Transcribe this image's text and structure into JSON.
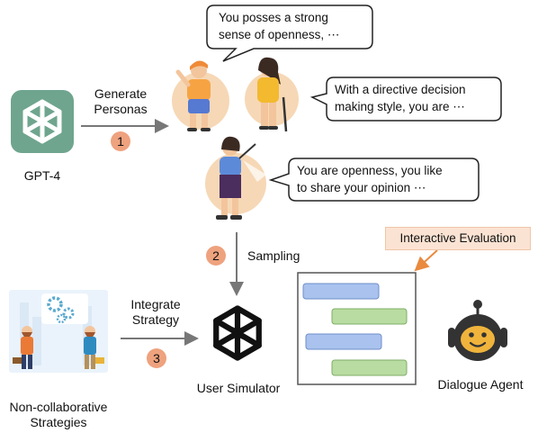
{
  "source_model": "GPT-4",
  "arrow_generate": [
    "Generate",
    "Personas"
  ],
  "persona_bubbles": [
    [
      "You posses a strong",
      "sense of openness, ⋯"
    ],
    [
      "With a directive decision",
      "making style, you are ⋯"
    ],
    [
      "You are openness, you like",
      "to share your opinion ⋯"
    ]
  ],
  "step_numbers": [
    "1",
    "2",
    "3"
  ],
  "sampling_label": "Sampling",
  "integrate_label": [
    "Integrate",
    "Strategy"
  ],
  "strategies_label": [
    "Non-collaborative",
    "Strategies"
  ],
  "user_simulator_label": "User Simulator",
  "dialogue_agent_label": "Dialogue Agent",
  "interactive_evaluation_label": "Interactive Evaluation",
  "colors": {
    "gpt_tile": "#6fa58e",
    "step_circle": "#eea27e",
    "eval_box": "#fbe3d3",
    "arrow_orange": "#e98a3f",
    "chat_blue": "#a9c2ee",
    "chat_green": "#b9dca2",
    "persona_circle": "#f6d8b6"
  }
}
